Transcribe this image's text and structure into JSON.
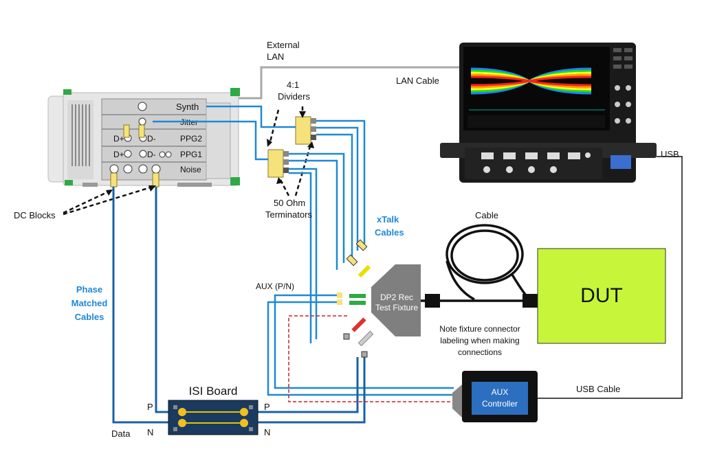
{
  "labels": {
    "external_lan": [
      "External",
      "LAN"
    ],
    "lan_cable": "LAN  Cable",
    "dividers": [
      "4:1",
      "Dividers"
    ],
    "terminators": [
      "50 Ohm",
      "Terminators"
    ],
    "dc_blocks": "DC Blocks",
    "xtalk": [
      "xTalk",
      "Cables"
    ],
    "cable": "Cable",
    "usb": "USB",
    "aux_pn": "AUX (P/N)",
    "phase_matched": [
      "Phase",
      "Matched",
      "Cables"
    ],
    "note": [
      "Note fixture  connector",
      "labeling when making",
      "connections"
    ],
    "usb_cable": "USB Cable",
    "isi_board": "ISI Board",
    "p_left": "P",
    "n_left": "N",
    "data": "Data",
    "p_right": "P",
    "n_right": "N"
  },
  "generator": {
    "synth": "Synth",
    "jitter": "Jitter",
    "ppg2": "PPG2",
    "ppg1": "PPG1",
    "noise": "Noise",
    "d_plus_top": "D+",
    "d_minus_top": "D-",
    "d_plus_bot": "D+",
    "d_minus_bot": "D-"
  },
  "fixture": [
    "DP2 Rec",
    "Test Fixture"
  ],
  "dut": "DUT",
  "aux_controller": [
    "AUX",
    "Controller"
  ],
  "colors": {
    "cable_blue": "#1e88d6",
    "cable_dark_blue": "#1a5fa8",
    "dut_green": "#c6f53a",
    "aux_blue": "#2c6fc0",
    "yellow_conn": "#f5e27a",
    "eye_colors": [
      "#ff2020",
      "#ffa000",
      "#ffff20",
      "#20e020",
      "#2080ff"
    ]
  }
}
